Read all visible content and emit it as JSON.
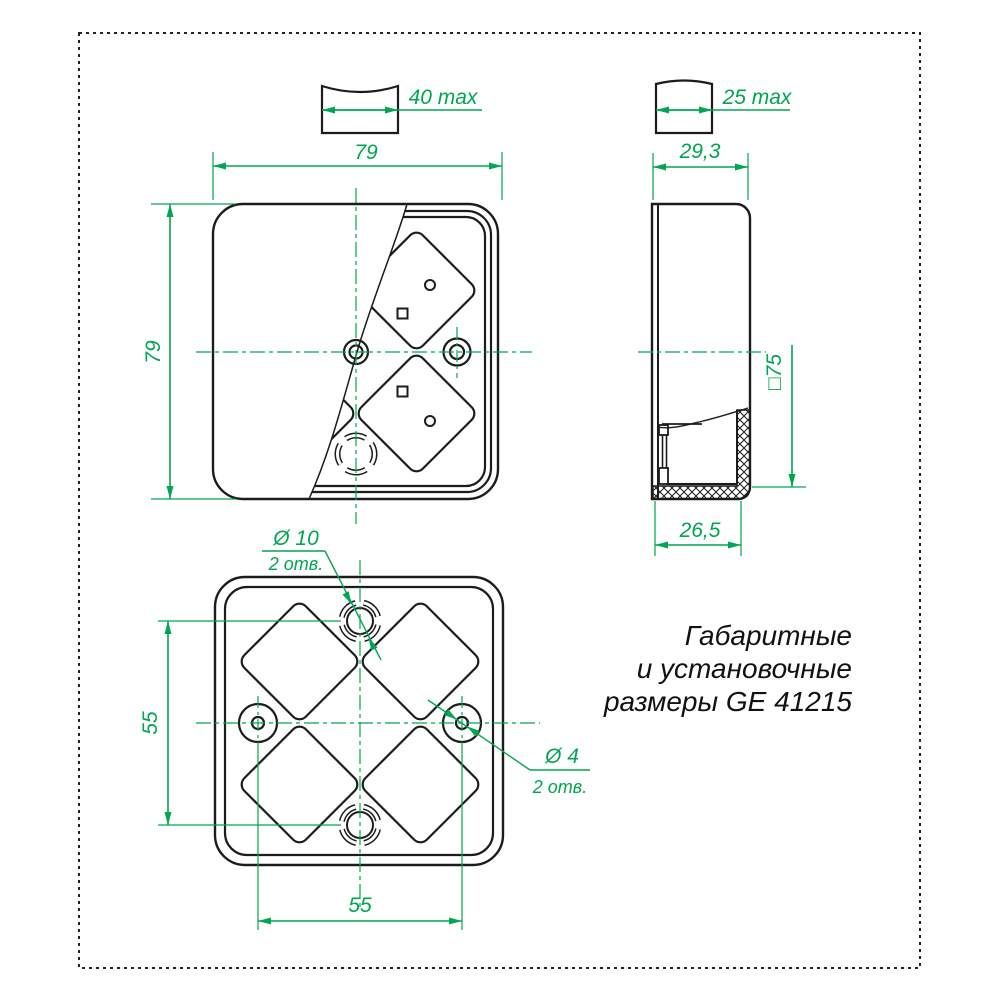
{
  "drawing": {
    "title": [
      "Габаритные",
      "и установочные",
      "размеры GE 41215"
    ],
    "colors": {
      "dimension_green": "#00a651",
      "line_black": "#1c1c1c"
    },
    "dimensions": {
      "front_width": "79",
      "front_height": "79",
      "clip_front_max": "40 max",
      "clip_side_max": "25 max",
      "side_width": "29,3",
      "side_inner_depth": "26,5",
      "side_square": "□75",
      "mount_spacing_v": "55",
      "mount_spacing_h": "55",
      "knockout_dia": "Ø 10",
      "knockout_qty": "2 отв.",
      "hole_dia": "Ø 4",
      "hole_qty": "2 отв."
    }
  }
}
